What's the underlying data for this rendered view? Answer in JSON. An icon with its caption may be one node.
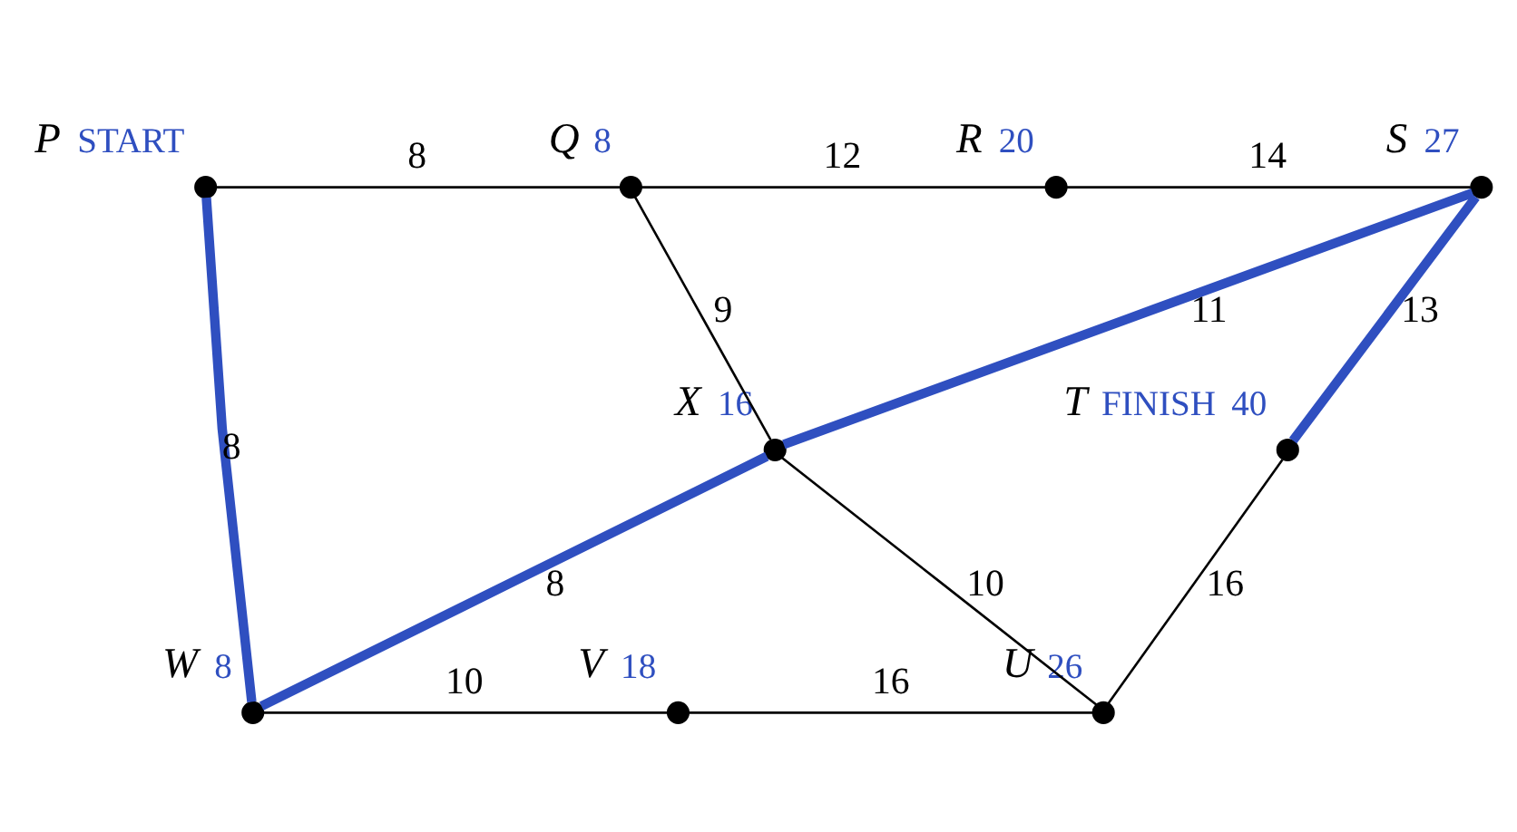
{
  "diagram": {
    "nodes": [
      {
        "text": [
          "P"
        ],
        "beside": [
          "START"
        ]
      },
      {
        "text": [
          "Q"
        ],
        "beside": [
          "8"
        ]
      },
      {
        "text": [
          "R"
        ],
        "beside": [
          "20"
        ]
      },
      {
        "text": [
          "S"
        ],
        "beside": [
          "27"
        ]
      },
      {
        "text": [
          "X"
        ],
        "beside": [
          "16"
        ]
      },
      {
        "text": [
          "T"
        ],
        "beside": [
          "FINISH",
          "40"
        ]
      },
      {
        "text": [
          "W"
        ],
        "beside": [
          "8"
        ]
      },
      {
        "text": [
          "V"
        ],
        "beside": [
          "18"
        ]
      },
      {
        "text": [
          "U"
        ],
        "beside": [
          "26"
        ]
      }
    ],
    "edges": [
      {
        "from": 0,
        "to": 1,
        "arrow": "none",
        "label": "8"
      },
      {
        "from": 1,
        "to": 2,
        "arrow": "none",
        "label": "12"
      },
      {
        "from": 2,
        "to": 3,
        "arrow": "none",
        "label": "14"
      },
      {
        "from": 1,
        "to": 4,
        "arrow": "none",
        "label": "9"
      },
      {
        "from": 4,
        "to": 3,
        "arrow": "none",
        "label": "11",
        "style": "thick",
        "color": "#2f4fc0"
      },
      {
        "from": 3,
        "to": 5,
        "arrow": "none",
        "label": "13",
        "style": "thick",
        "color": "#2f4fc0"
      },
      {
        "from": 0,
        "to": 6,
        "arrow": "none",
        "label": "8",
        "style": "thick",
        "color": "#2f4fc0"
      },
      {
        "from": 6,
        "to": 4,
        "arrow": "none",
        "label": "8",
        "style": "thick",
        "color": "#2f4fc0"
      },
      {
        "from": 4,
        "to": 8,
        "arrow": "none",
        "label": "10"
      },
      {
        "from": 5,
        "to": 8,
        "arrow": "none",
        "label": "16"
      },
      {
        "from": 6,
        "to": 7,
        "arrow": "none",
        "label": "10"
      },
      {
        "from": 7,
        "to": 8,
        "arrow": "none",
        "label": "16"
      }
    ]
  }
}
